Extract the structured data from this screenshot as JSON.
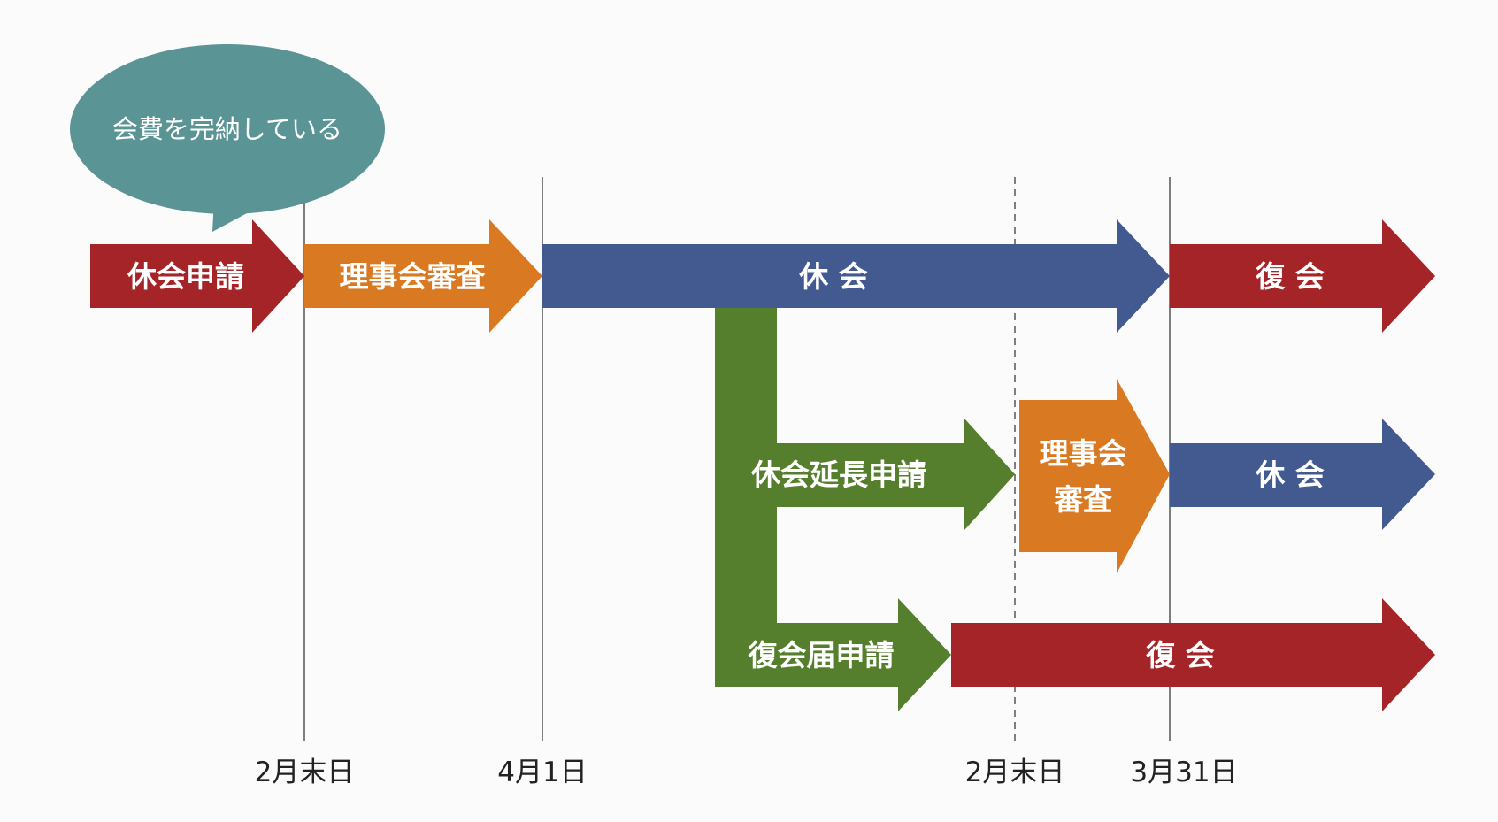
{
  "colors": {
    "red": "#a52428",
    "orange": "#d97a22",
    "blue": "#435a91",
    "green": "#557f2d",
    "teal": "#5b9495",
    "gridline": "#555555"
  },
  "bubble": {
    "text": "会費を完納している"
  },
  "arrows": {
    "apply_leave": "休会申請",
    "board_review_1": "理事会審査",
    "on_leave": "休 会",
    "return_1": "復 会",
    "extend_request": "休会延長申請",
    "board_review_2_line1": "理事会",
    "board_review_2_line2": "審査",
    "on_leave_2": "休 会",
    "return_notice": "復会届申請",
    "return_2": "復 会"
  },
  "dates": {
    "d1": "2月末日",
    "d2": "4月1日",
    "d3": "2月末日",
    "d4": "3月31日"
  }
}
